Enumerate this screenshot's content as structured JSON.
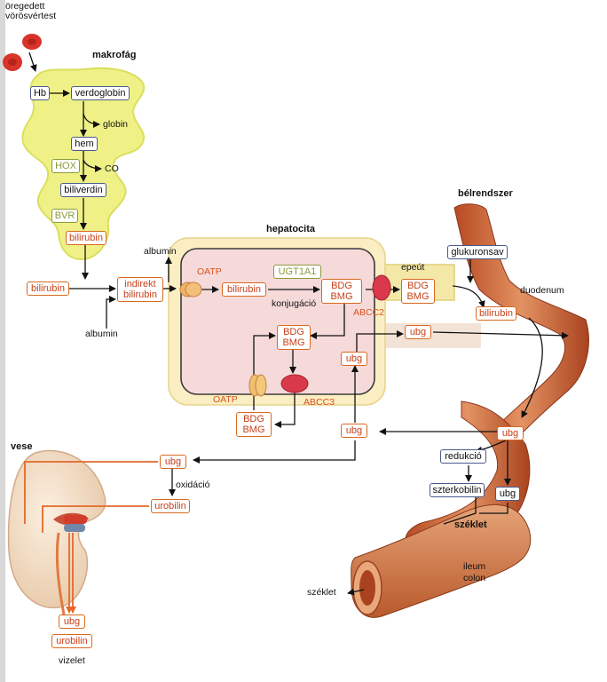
{
  "labels": {
    "rbc": "öregedett\nvörösvértest",
    "macrophage": "makrofág",
    "hepatocyte": "hepatocita",
    "intestine": "bélrendszer",
    "kidney": "vese",
    "globin": "globin",
    "co": "CO",
    "albumin_top": "albumin",
    "albumin_bottom": "albumin",
    "conjugation": "konjugáció",
    "bile_duct": "epeút",
    "duodenum": "duodenum",
    "oxidation": "oxidáció",
    "feces_label": "széklet",
    "feces_out": "széklet",
    "ileum": "ileum",
    "colon": "colon",
    "urine": "vizelet"
  },
  "transporters": {
    "oatp_top": "OATP",
    "oatp_bottom": "OATP",
    "abcc2": "ABCC2",
    "abcc3": "ABCC3"
  },
  "boxes": {
    "hb": "Hb",
    "verdoglobin": "verdoglobin",
    "hem": "hem",
    "hox": "HOX",
    "biliverdin": "biliverdin",
    "bvr": "BVR",
    "bilirubin_mac": "bilirubin",
    "bilirubin_left": "bilirubin",
    "indirect_bilirubin": "indirekt\nbilirubin",
    "bilirubin_hep": "bilirubin",
    "ugt1a1": "UGT1A1",
    "bdg_bmg_right": "BDG\nBMG",
    "bdg_bmg_mid": "BDG\nBMG",
    "bdg_bmg_out": "BDG\nBMG",
    "bdg_bmg_bile": "BDG\nBMG",
    "ubg_hep_right": "ubg",
    "ubg_hep_left": "ubg",
    "ubg_portal": "ubg",
    "glucuronic": "glukuronsav",
    "bilirubin_int": "bilirubin",
    "ubg_int": "ubg",
    "reduction": "redukció",
    "stercobilin": "szterkobilin",
    "ubg_int2": "ubg",
    "ubg_kidney": "ubg",
    "urobilin_kidney": "urobilin",
    "ubg_urine": "ubg",
    "urobilin_urine": "urobilin"
  },
  "colors": {
    "orange": "#d9691f",
    "red_text": "#c8401a",
    "macrophage_fill": "#eef07a",
    "hepatocyte_fill": "#f6dada",
    "intestine": "#c9662e"
  }
}
